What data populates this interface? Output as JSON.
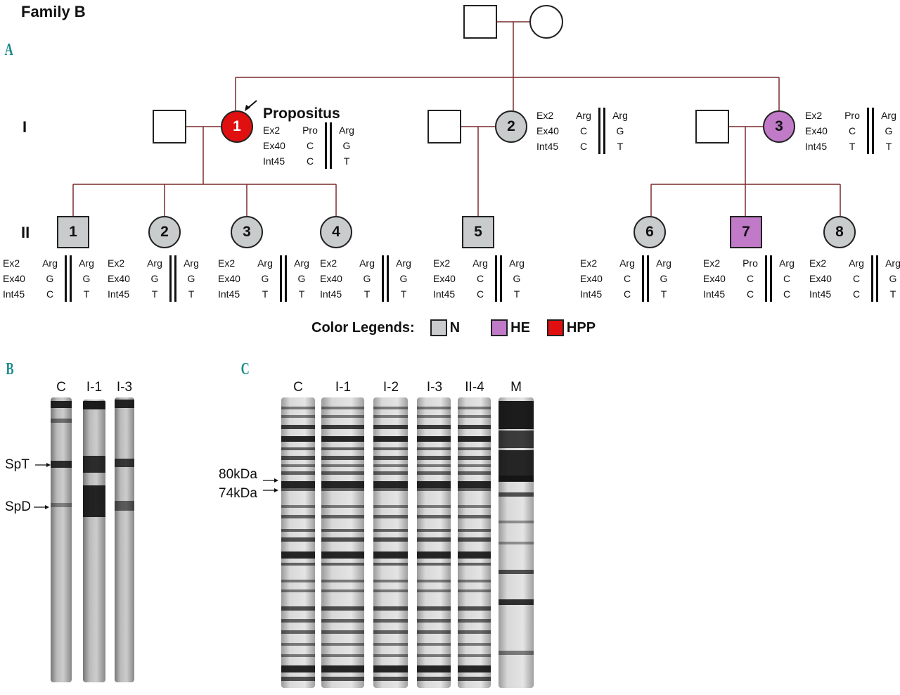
{
  "title": "Family B",
  "panels": {
    "a": "A",
    "b": "B",
    "c": "C"
  },
  "generations": [
    "I",
    "II"
  ],
  "proband_label": "Propositus",
  "colors": {
    "N": "#c8cccc",
    "HE": "#c07ac8",
    "HPP": "#e01010",
    "line": "#7a2a2a"
  },
  "markers": [
    "Ex2",
    "Ex40",
    "Int45"
  ],
  "individuals": [
    {
      "id": "I-1",
      "num": "1",
      "status": "HPP",
      "h1": [
        "Pro",
        "C",
        "C"
      ],
      "h2": [
        "Arg",
        "G",
        "T"
      ]
    },
    {
      "id": "I-2",
      "num": "2",
      "status": "N",
      "h1": [
        "Arg",
        "C",
        "C"
      ],
      "h2": [
        "Arg",
        "G",
        "T"
      ]
    },
    {
      "id": "I-3",
      "num": "3",
      "status": "HE",
      "h1": [
        "Pro",
        "C",
        "T"
      ],
      "h2": [
        "Arg",
        "G",
        "T"
      ]
    },
    {
      "id": "II-1",
      "num": "1",
      "status": "N",
      "h1": [
        "Arg",
        "G",
        "C"
      ],
      "h2": [
        "Arg",
        "G",
        "T"
      ]
    },
    {
      "id": "II-2",
      "num": "2",
      "status": "N",
      "h1": [
        "Arg",
        "G",
        "T"
      ],
      "h2": [
        "Arg",
        "G",
        "T"
      ]
    },
    {
      "id": "II-3",
      "num": "3",
      "status": "N",
      "h1": [
        "Arg",
        "G",
        "T"
      ],
      "h2": [
        "Arg",
        "G",
        "T"
      ]
    },
    {
      "id": "II-4",
      "num": "4",
      "status": "N",
      "h1": [
        "Arg",
        "G",
        "T"
      ],
      "h2": [
        "Arg",
        "G",
        "T"
      ]
    },
    {
      "id": "II-5",
      "num": "5",
      "status": "N",
      "h1": [
        "Arg",
        "C",
        "C"
      ],
      "h2": [
        "Arg",
        "G",
        "T"
      ]
    },
    {
      "id": "II-6",
      "num": "6",
      "status": "N",
      "h1": [
        "Arg",
        "C",
        "C"
      ],
      "h2": [
        "Arg",
        "G",
        "T"
      ]
    },
    {
      "id": "II-7",
      "num": "7",
      "status": "HE",
      "h1": [
        "Pro",
        "C",
        "C"
      ],
      "h2": [
        "Arg",
        "C",
        "C"
      ]
    },
    {
      "id": "II-8",
      "num": "8",
      "status": "N",
      "h1": [
        "Arg",
        "C",
        "C"
      ],
      "h2": [
        "Arg",
        "G",
        "T"
      ]
    }
  ],
  "legend": {
    "title": "Color Legends:",
    "items": [
      "N",
      "HE",
      "HPP"
    ]
  },
  "gel_b": {
    "lanes": [
      "C",
      "I-1",
      "I-3"
    ],
    "markers": [
      "SpT",
      "SpD"
    ]
  },
  "gel_c": {
    "lanes": [
      "C",
      "I-1",
      "I-2",
      "I-3",
      "II-4",
      "M"
    ],
    "markers": [
      "80kDa",
      "74kDa"
    ]
  }
}
